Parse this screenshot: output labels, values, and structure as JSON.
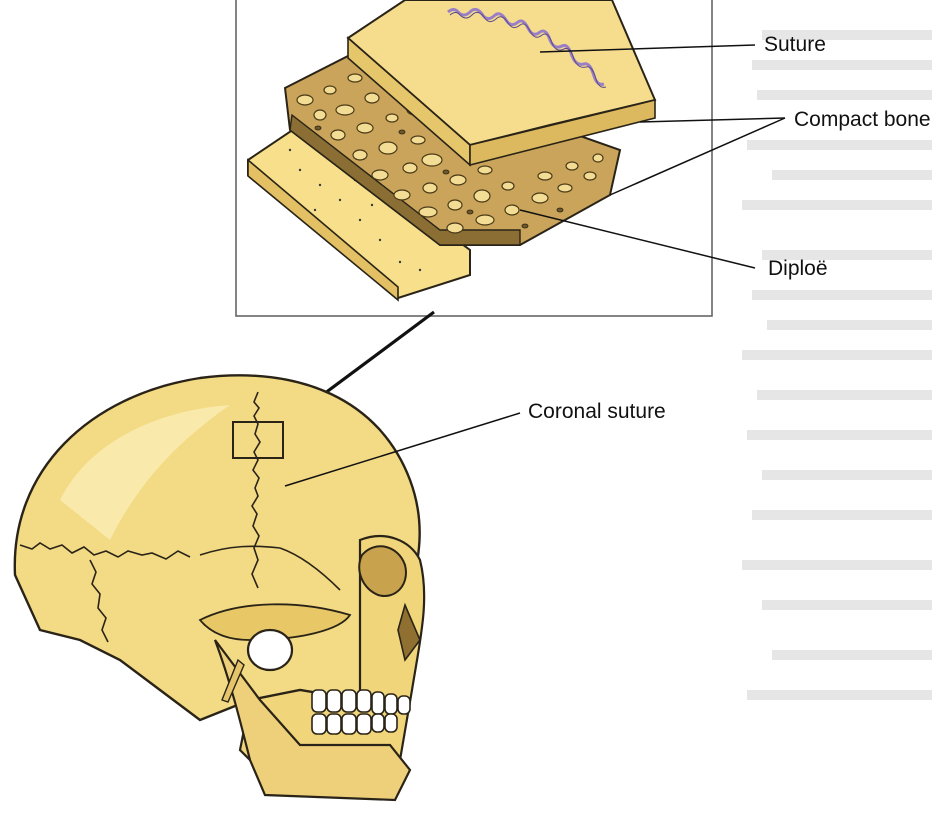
{
  "labels": {
    "suture": "Suture",
    "compact_bone": "Compact bone",
    "diploe": "Diploë",
    "coronal_suture": "Coronal suture"
  },
  "colors": {
    "bone": "#f5dd86",
    "bone_light": "#fbeeb7",
    "bone_shadow": "#d8b65a",
    "diploe_dark": "#6e5826",
    "suture_purple": "#9a7fc4",
    "outline": "#2a2418",
    "background": "#ffffff"
  }
}
